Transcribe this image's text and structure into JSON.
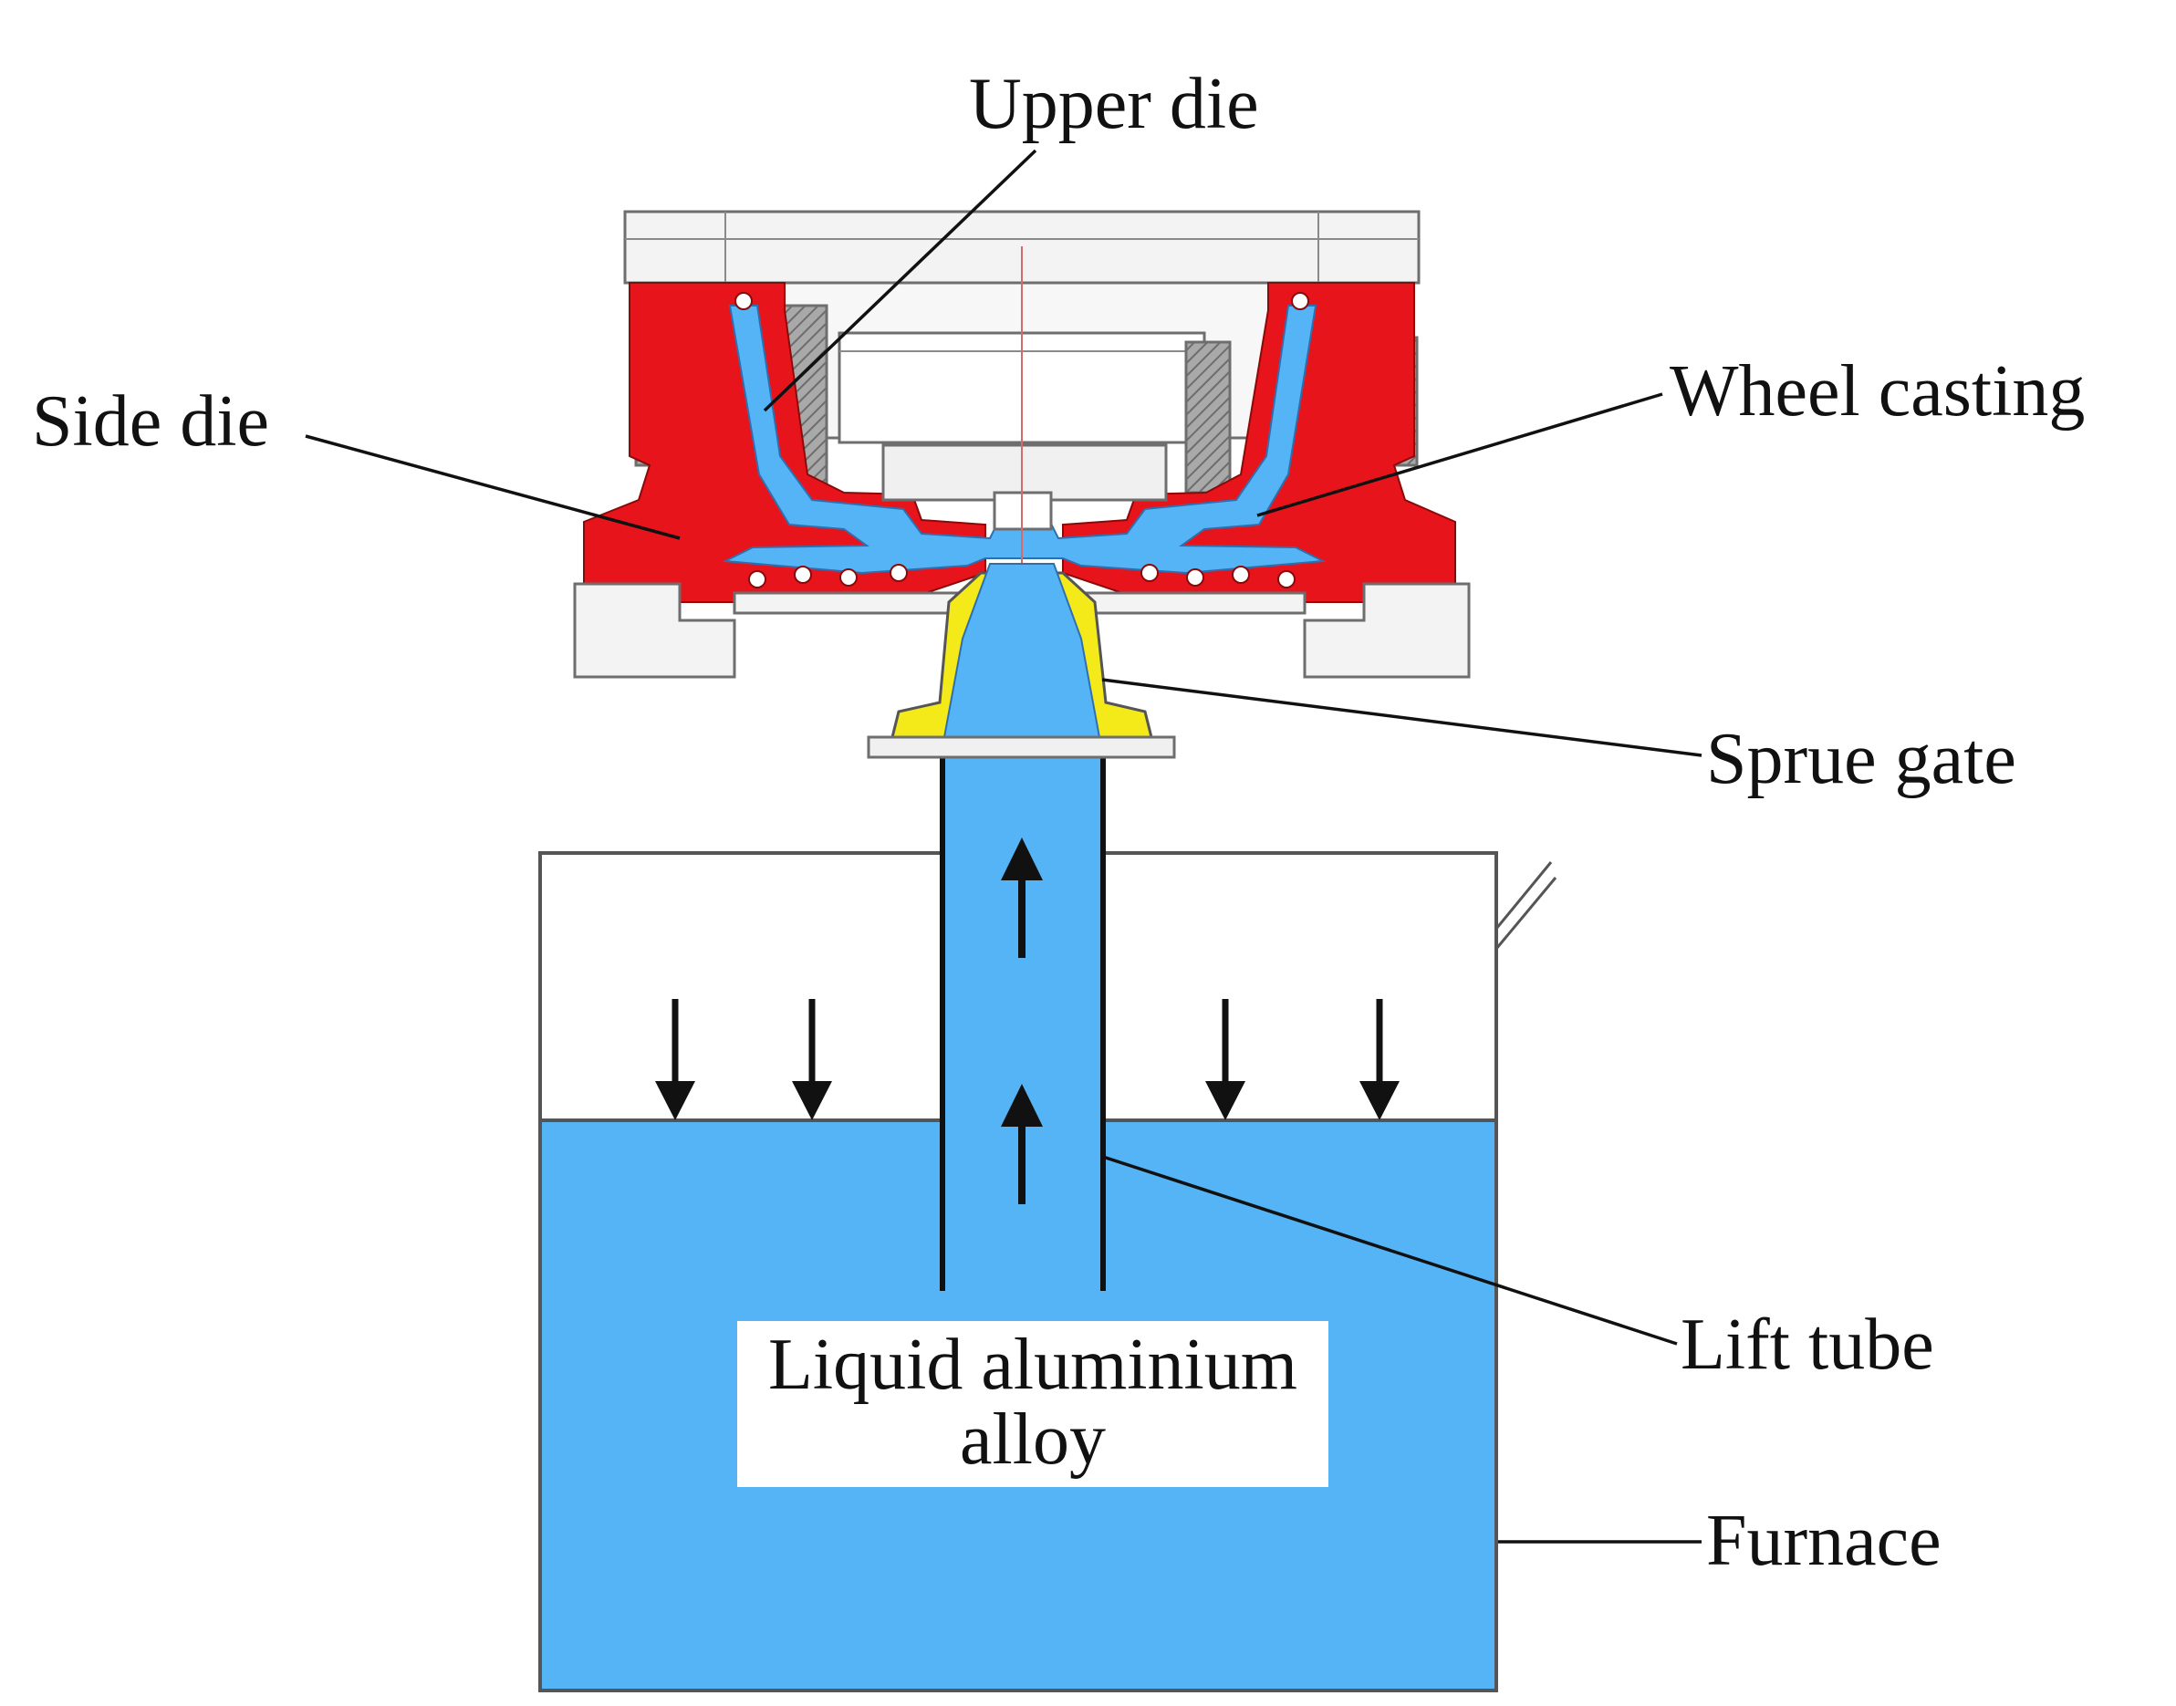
{
  "labels": {
    "upper_die": "Upper die",
    "side_die": "Side die",
    "wheel_casting": "Wheel casting",
    "sprue_gate": "Sprue gate",
    "lift_tube": "Lift tube",
    "furnace": "Furnace",
    "liquid_line1": "Liquid aluminium",
    "liquid_line2": "alloy"
  },
  "colors": {
    "molten_metal": "#55b4f5",
    "die_red": "#e8141c",
    "sprue_yellow": "#f4ea1a",
    "hatch_gray": "#8c8c8c",
    "outline": "#6e6e6e"
  }
}
